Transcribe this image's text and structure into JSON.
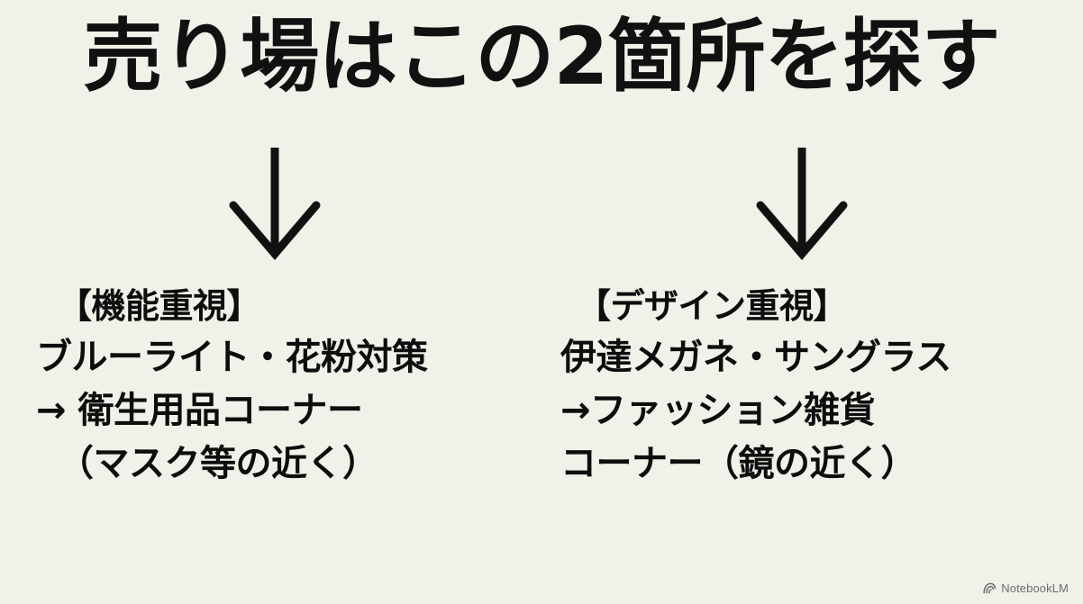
{
  "slide": {
    "background_color": "#f1f0e9",
    "text_color": "#0d0d0d",
    "title": "売り場はこの2箇所を探す"
  },
  "arrows": [
    {
      "name": "down-arrow-left",
      "direction": "down",
      "color": "#111111"
    },
    {
      "name": "down-arrow-right",
      "direction": "down",
      "color": "#111111"
    }
  ],
  "columns": [
    {
      "id": "functional",
      "heading": "【機能重視】",
      "lines": [
        "ブルーライト・花粉対策",
        "→ 衛生用品コーナー",
        "（マスク等の近く）"
      ]
    },
    {
      "id": "design",
      "heading": "【デザイン重視】",
      "lines": [
        "伊達メガネ・サングラス",
        "→ファッション雑貨",
        "コーナー（鏡の近く）"
      ]
    }
  ],
  "watermark": {
    "icon": "notebooklm-logo-icon",
    "label": "NotebookLM"
  }
}
